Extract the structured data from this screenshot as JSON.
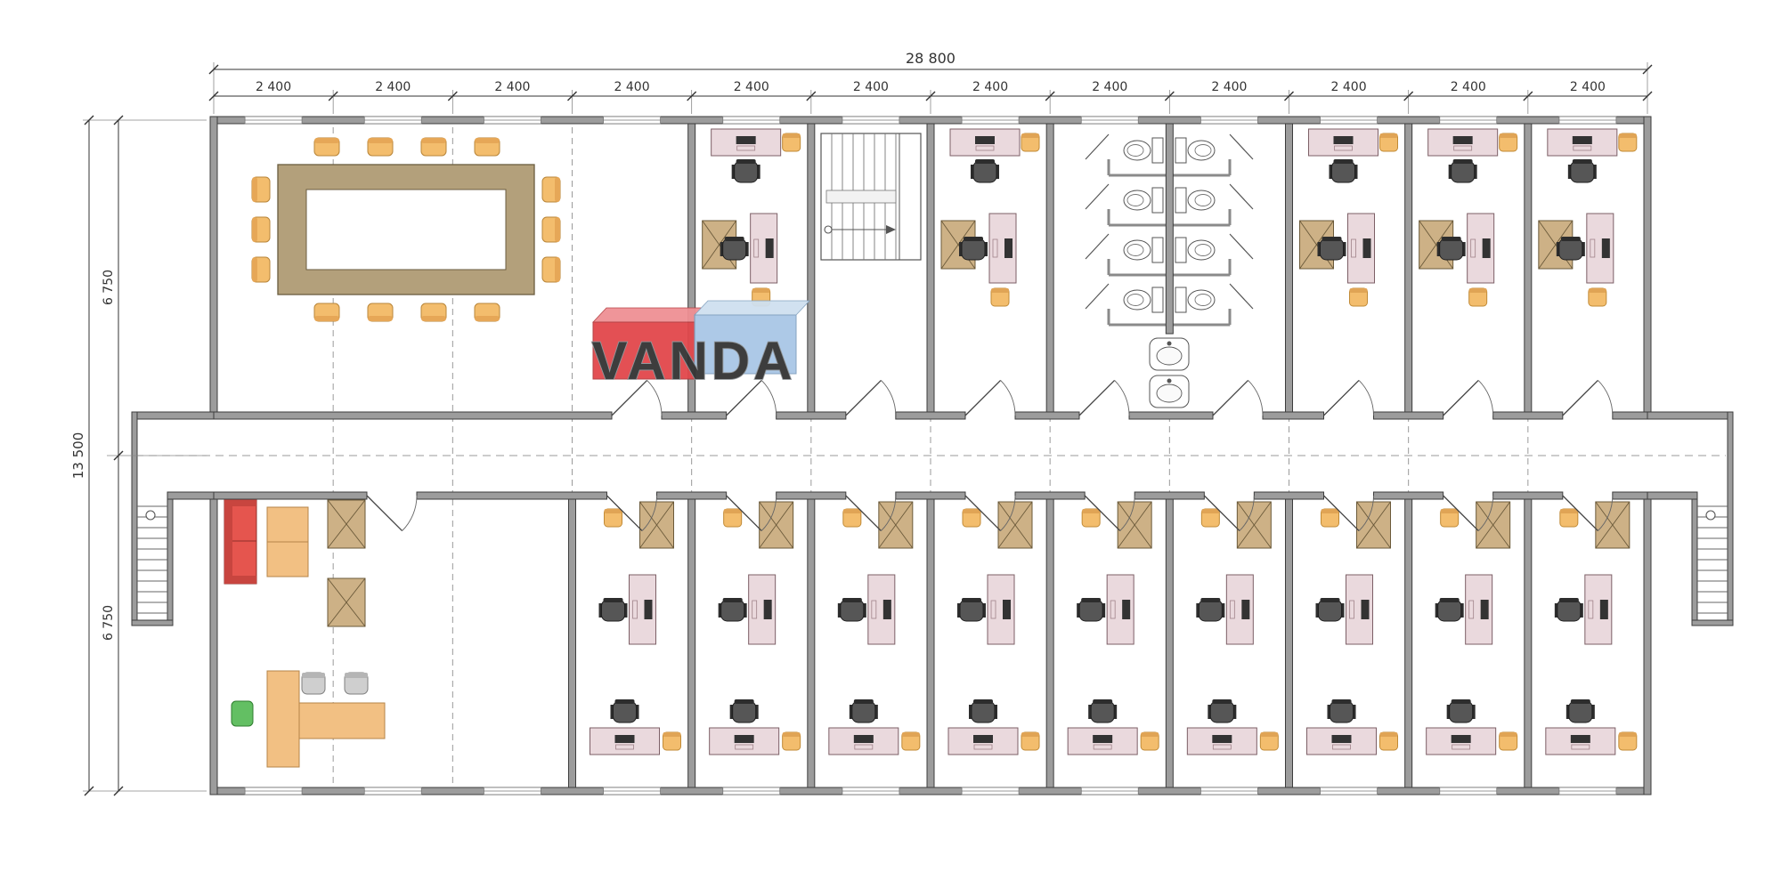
{
  "drawing": {
    "type": "architectural-floor-plan",
    "logo": {
      "text": "VANDA",
      "red_block": "#e2474b",
      "blue_block": "#a9c7e6"
    },
    "dimensions": {
      "top_total": "28 800",
      "top_bays": [
        "2 400",
        "2 400",
        "2 400",
        "2 400",
        "2 400",
        "2 400",
        "2 400",
        "2 400",
        "2 400",
        "2 400",
        "2 400",
        "2 400"
      ],
      "left_total": "13 500",
      "left_halves": [
        "6 750",
        "6 750"
      ]
    },
    "colors": {
      "wall_fill": "#9c9c9c",
      "wall_stroke": "#3d3d3d",
      "desk": "#ead9dd",
      "desk_stroke": "#7c5f66",
      "chair_dark": "#565656",
      "chair_orange": "#f3bd6d",
      "cabinet": "#cdb186",
      "cabinet_stroke": "#6b5a3a",
      "meeting_table": "#b3a07b",
      "sofa": "#e5554e",
      "exec_desk": "#f2c083",
      "green_chair": "#63bf63",
      "gray_chair": "#cfcfcf",
      "dash": "#9a9a9a",
      "dim": "#333333"
    },
    "rooms": {
      "top_row": [
        "meeting-room",
        "office",
        "staircase",
        "office",
        "toilets",
        "office",
        "office",
        "office"
      ],
      "bottom_row": [
        "reception",
        "office",
        "office",
        "office",
        "office",
        "office",
        "office",
        "office",
        "office",
        "office"
      ]
    },
    "meeting_room": {
      "chairs": 14
    },
    "toilets": {
      "stall_rows": 4,
      "toilets": 8,
      "sinks": 2
    },
    "offices": {
      "top_count": 5,
      "bottom_count": 9
    }
  }
}
